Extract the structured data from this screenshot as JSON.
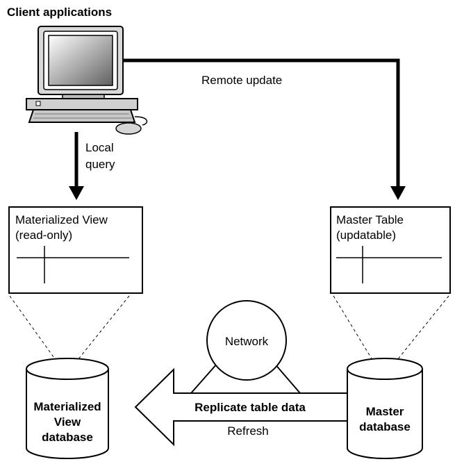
{
  "title": "Client applications",
  "labels": {
    "remote_update": "Remote update",
    "local_line1": "Local",
    "local_line2": "query",
    "network": "Network",
    "replicate": "Replicate table data",
    "refresh": "Refresh"
  },
  "mv_box": {
    "line1": "Materialized View",
    "line2": "(read-only)"
  },
  "master_box": {
    "line1": "Master Table",
    "line2": "(updatable)"
  },
  "mv_db": {
    "line1": "Materialized",
    "line2": "View",
    "line3": "database"
  },
  "master_db": {
    "line1": "Master",
    "line2": "database"
  }
}
